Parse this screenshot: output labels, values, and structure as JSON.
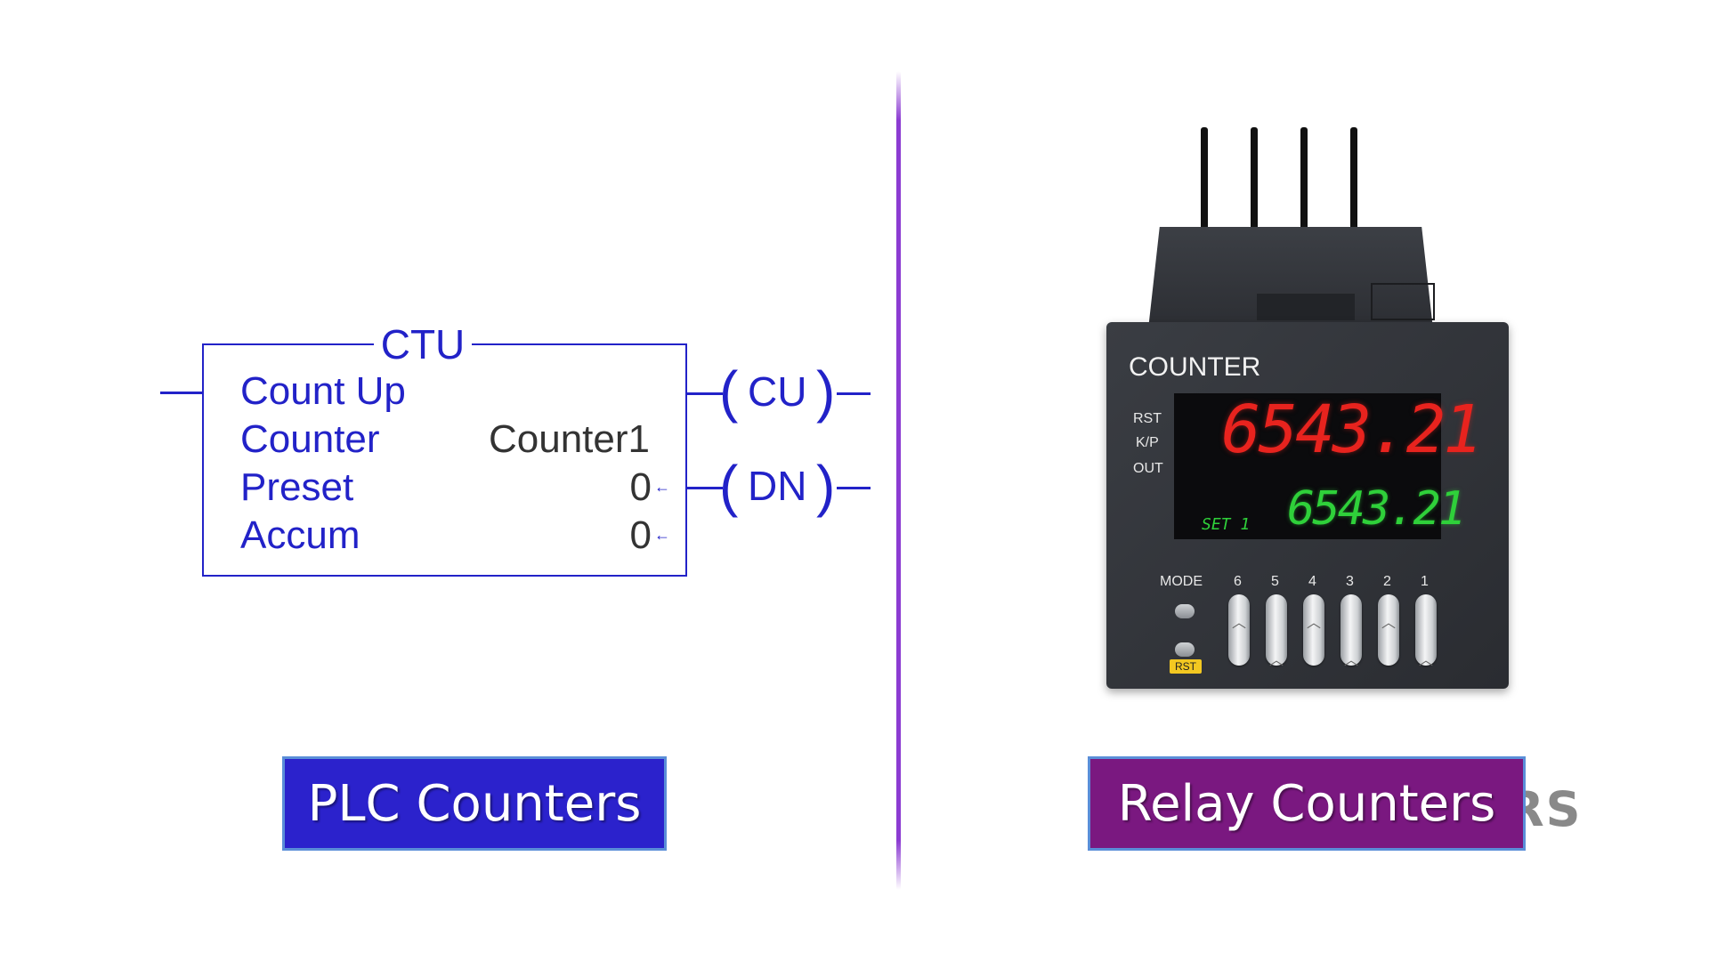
{
  "plc": {
    "block_title": "CTU",
    "rows": [
      {
        "label": "Count Up",
        "value": ""
      },
      {
        "label": "Counter",
        "value": "Counter1"
      },
      {
        "label": "Preset",
        "value": "0"
      },
      {
        "label": "Accum",
        "value": "0"
      }
    ],
    "coils": [
      "CU",
      "DN"
    ],
    "caption": "PLC Counters",
    "color": "#2222c8"
  },
  "relay": {
    "device_title": "COUNTER",
    "indicators": [
      "RST",
      "K/P",
      "OUT"
    ],
    "display_main": "6543.21",
    "display_set": "6543.21",
    "set_label": "SET 1",
    "mode_label": "MODE",
    "dial_numbers": [
      "6",
      "5",
      "4",
      "3",
      "2",
      "1"
    ],
    "rst_tag": "RST",
    "caption": "Relay Counters"
  },
  "watermark": "REALPARS",
  "divider_color": "#8c3cd2"
}
